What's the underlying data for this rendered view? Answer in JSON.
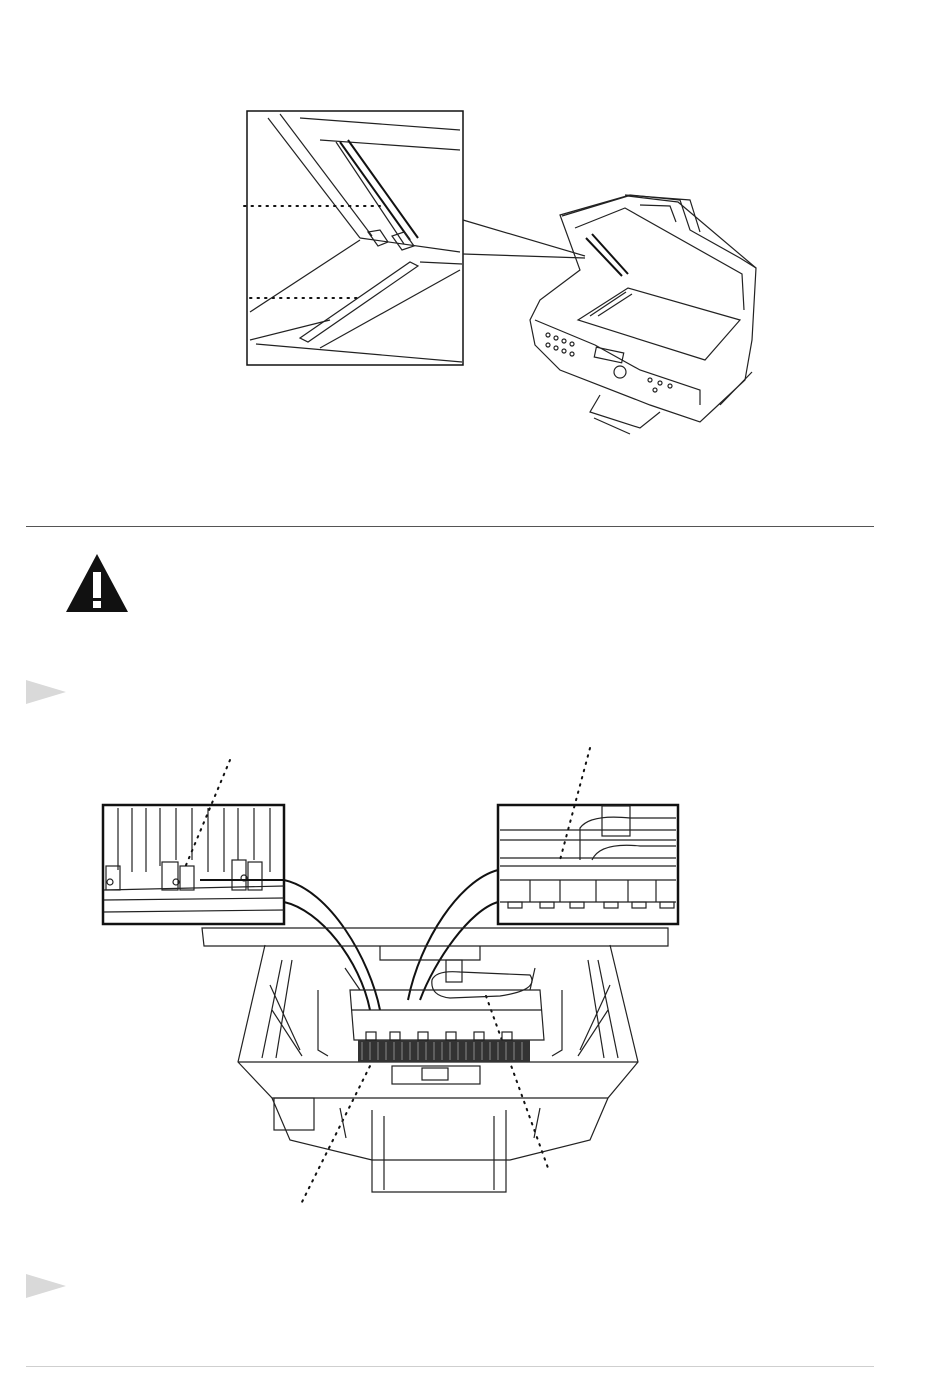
{
  "page": {
    "background": "#ffffff",
    "line_color": "#222222",
    "rule_color": "#555555",
    "step_marker_color": "#d9d9d9",
    "warning_icon_color": "#111111"
  },
  "sections": [
    {
      "name": "scanner-glass-illustration",
      "icon": "scanner-illustration"
    },
    {
      "name": "warning",
      "icon": "warning-triangle-icon"
    },
    {
      "name": "step-1",
      "icon": "step-arrow-icon"
    },
    {
      "name": "printer-interior-illustration",
      "icon": "printer-interior-illustration"
    },
    {
      "name": "step-2",
      "icon": "step-arrow-icon"
    }
  ]
}
